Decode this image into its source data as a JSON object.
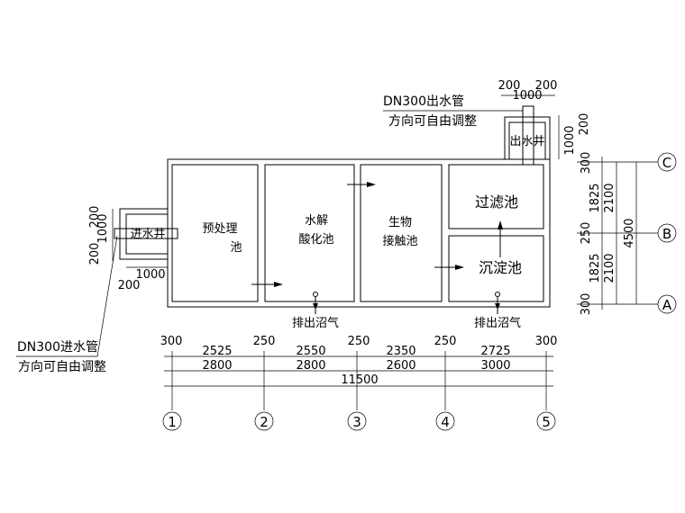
{
  "outlet_note": [
    "DN300出水管",
    "方向可自由调整"
  ],
  "inlet_note": [
    "DN300进水管",
    "方向可自由调整"
  ],
  "outlet_well": "出水井",
  "inlet_well": "进水井",
  "tanks": {
    "pretreat": [
      "预处理",
      "池"
    ],
    "hydrolysis": [
      "水解",
      "酸化池"
    ],
    "contact": [
      "生物",
      "接触池"
    ],
    "filter": "过滤池",
    "settle": "沉淀池"
  },
  "biogas": [
    "排出沼气",
    "排出沼气"
  ],
  "top_dims": [
    "200",
    "200",
    "1000"
  ],
  "outlet_side_dims": [
    "200",
    "1000"
  ],
  "inlet_side_dims": [
    "200",
    "1000",
    "200",
    "1000",
    "200"
  ],
  "bottom_dims": {
    "walls": [
      "300",
      "250",
      "250",
      "250",
      "300"
    ],
    "inner": [
      "2525",
      "2550",
      "2350",
      "2725"
    ],
    "axis": [
      "2800",
      "2800",
      "2600",
      "3000"
    ],
    "total": "11500"
  },
  "right_dims": {
    "walls": [
      "300",
      "250",
      "300"
    ],
    "inner": [
      "1825",
      "1825"
    ],
    "axis": [
      "2100",
      "2100"
    ],
    "total": "4500"
  },
  "axes_x": [
    "1",
    "2",
    "3",
    "4",
    "5"
  ],
  "axes_y": [
    "C",
    "B",
    "A"
  ]
}
